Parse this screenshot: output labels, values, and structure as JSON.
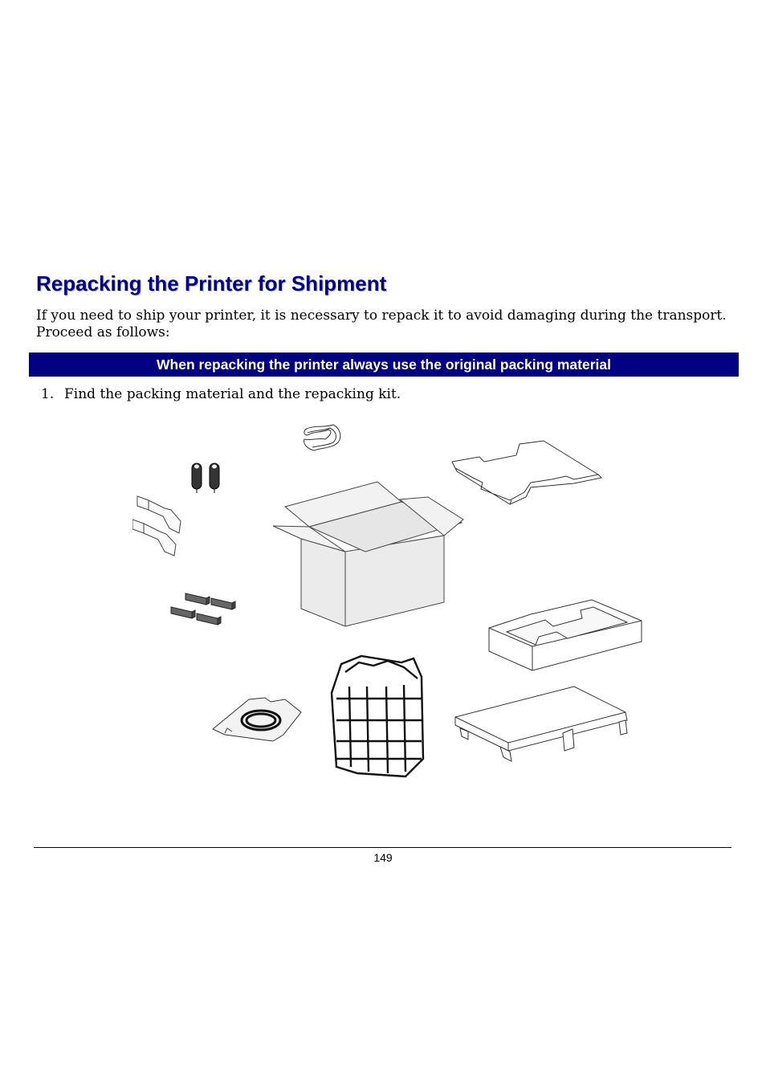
{
  "heading": "Repacking the Printer for Shipment",
  "intro": "If you need to ship your printer, it is necessary to repack it to avoid damaging during the transport. Proceed as follows:",
  "banner": "When repacking the printer always use the original packing material",
  "steps": [
    {
      "number": "1.",
      "text": "Find the packing material and the repacking kit."
    }
  ],
  "figure_items": [
    "plastic-strap-icon",
    "end-cap-plug-icon",
    "foam-side-insert-icon",
    "cardboard-box-icon",
    "cardboard-lid-tray-icon",
    "metal-bracket-icon",
    "cardboard-bottom-tray-icon",
    "bagged-cable-icon",
    "plastic-cage-insert-icon",
    "wooden-pallet-icon"
  ],
  "footer": {
    "page_number": "149"
  }
}
